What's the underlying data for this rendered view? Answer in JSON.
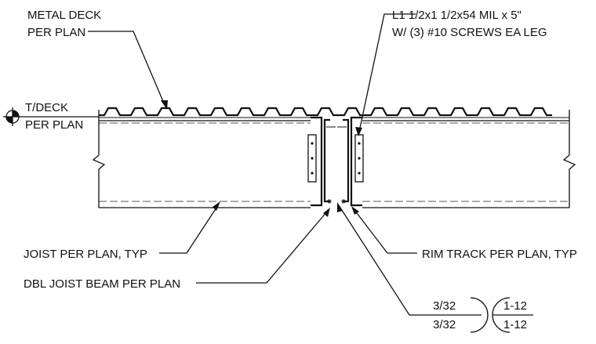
{
  "labels": {
    "metal_deck_line1": "METAL DECK",
    "metal_deck_line2": "PER PLAN",
    "angle_line1": "L1 1/2x1 1/2x54 MIL x 5\"",
    "angle_line2": "W/ (3) #10 SCREWS EA LEG",
    "tdeck_line1": "T/DECK",
    "tdeck_line2": "PER PLAN",
    "joist": "JOIST PER PLAN, TYP",
    "rim_track": "RIM TRACK PER PLAN, TYP",
    "dbl_joist": "DBL JOIST BEAM PER PLAN"
  },
  "section_refs": {
    "left_top": "3/32",
    "left_bottom": "3/32",
    "right_top": "1-12",
    "right_bottom": "1-12"
  },
  "colors": {
    "linework": "#111111",
    "hidden_line": "#555555",
    "background": "#ffffff"
  }
}
